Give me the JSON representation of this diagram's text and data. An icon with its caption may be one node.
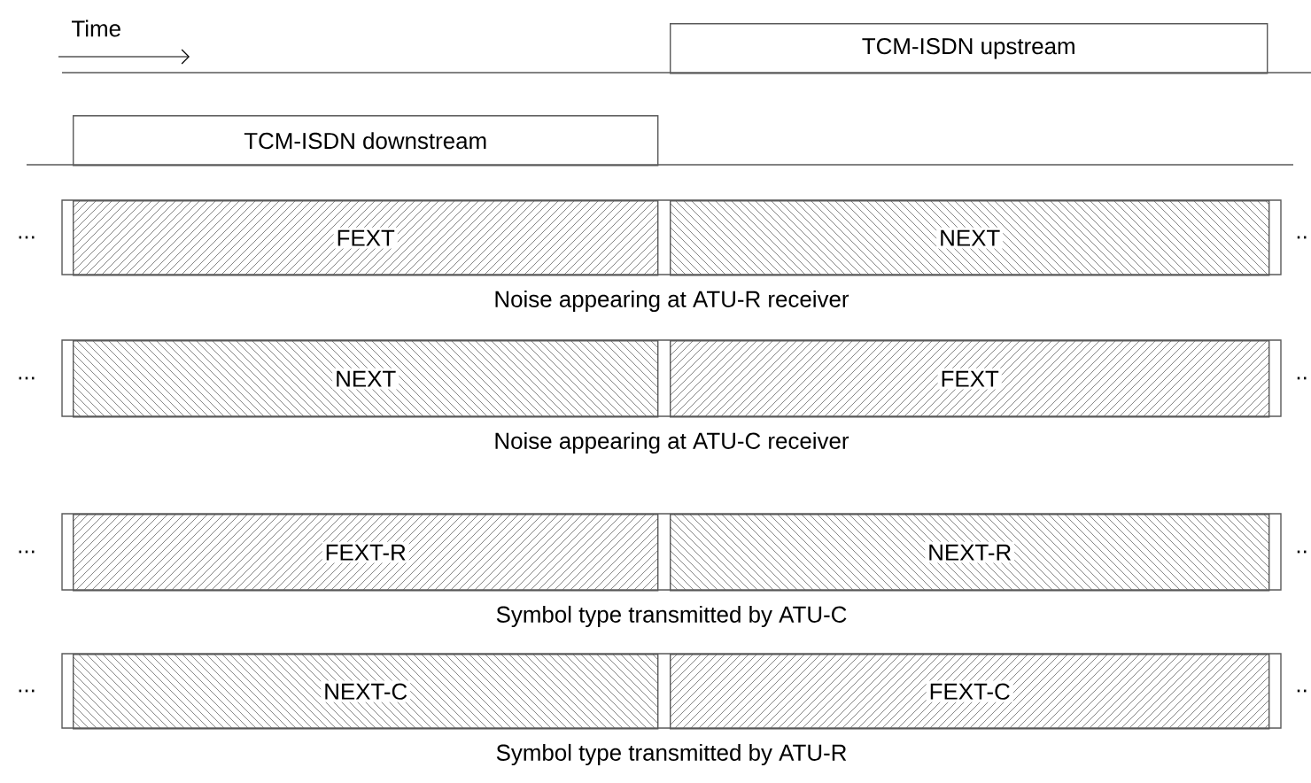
{
  "diagram": {
    "nodes": [
      {
        "text": [
          "TCM-ISDN upstream"
        ]
      },
      {
        "text": [
          "TCM-ISDN downstream"
        ]
      },
      {
        "text": [
          "FEXT"
        ]
      },
      {
        "text": [
          "NEXT"
        ]
      },
      {
        "text": [
          "NEXT"
        ]
      },
      {
        "text": [
          "FEXT"
        ]
      },
      {
        "text": [
          "FEXT-R"
        ]
      },
      {
        "text": [
          "NEXT-R"
        ]
      },
      {
        "text": [
          "NEXT-C"
        ]
      },
      {
        "text": [
          "FEXT-C"
        ]
      }
    ],
    "edges": [],
    "labels": [
      "Time",
      "...",
      "..",
      "Noise appearing at ATU-R receiver",
      "...",
      "..",
      "Noise appearing at ATU-C receiver",
      "...",
      "..",
      "Symbol type transmitted by ATU-C",
      "...",
      "..",
      "Symbol type transmitted by ATU-R"
    ]
  }
}
